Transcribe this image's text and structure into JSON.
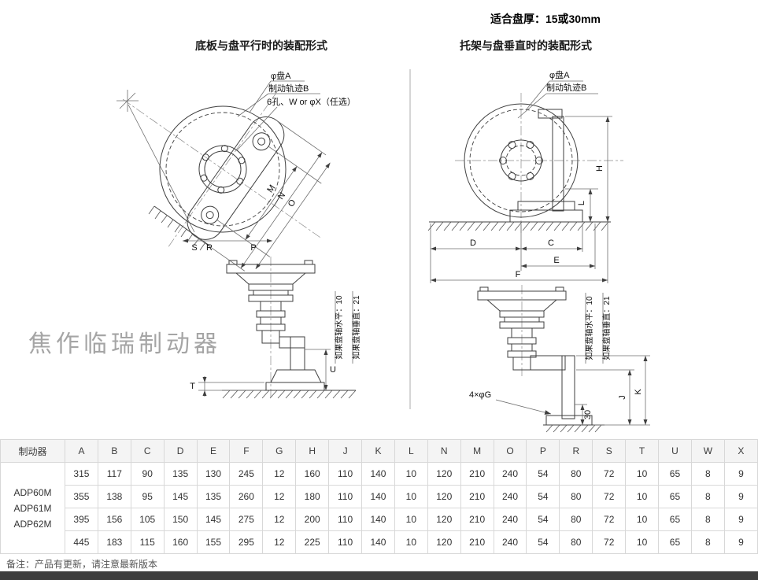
{
  "page": {
    "thickness_note": "适合盘厚：15或30mm",
    "watermark": "焦作临瑞制动器",
    "footer_note": "备注：产品有更新，请注意最新版本"
  },
  "diagrams": {
    "left": {
      "title": "底板与盘平行时的装配形式",
      "callouts": {
        "disc": "φ盘A",
        "track": "制动轨迹B",
        "holes": "6孔、W or φX（任选）"
      },
      "dims": {
        "m": "M",
        "n": "N",
        "o": "O",
        "s": "S",
        "r": "R",
        "p": "P",
        "t": "T",
        "u": "U"
      },
      "axis_note_1": "如果盘轴水平：10",
      "axis_note_2": "如果盘轴垂直：21"
    },
    "right": {
      "title": "托架与盘垂直时的装配形式",
      "callouts": {
        "disc": "φ盘A",
        "track": "制动轨迹B",
        "holes": "4×φG"
      },
      "dims": {
        "h": "H",
        "l": "L",
        "d": "D",
        "c": "C",
        "e": "E",
        "f": "F",
        "j": "J",
        "k": "K",
        "plate": "30"
      },
      "axis_note_1": "如果盘轴水平：10",
      "axis_note_2": "如果盘轴垂直：21"
    }
  },
  "table": {
    "model_header": "制动器",
    "dim_headers": [
      "A",
      "B",
      "C",
      "D",
      "E",
      "F",
      "G",
      "H",
      "J",
      "K",
      "L",
      "N",
      "M",
      "O",
      "P",
      "R",
      "S",
      "T",
      "U",
      "W",
      "X"
    ],
    "models": [
      "ADP60M",
      "ADP61M",
      "ADP62M"
    ],
    "rows": [
      [
        "315",
        "117",
        "90",
        "135",
        "130",
        "245",
        "12",
        "160",
        "110",
        "140",
        "10",
        "120",
        "210",
        "240",
        "54",
        "80",
        "72",
        "10",
        "65",
        "8",
        "9"
      ],
      [
        "355",
        "138",
        "95",
        "145",
        "135",
        "260",
        "12",
        "180",
        "110",
        "140",
        "10",
        "120",
        "210",
        "240",
        "54",
        "80",
        "72",
        "10",
        "65",
        "8",
        "9"
      ],
      [
        "395",
        "156",
        "105",
        "150",
        "145",
        "275",
        "12",
        "200",
        "110",
        "140",
        "10",
        "120",
        "210",
        "240",
        "54",
        "80",
        "72",
        "10",
        "65",
        "8",
        "9"
      ],
      [
        "445",
        "183",
        "115",
        "160",
        "155",
        "295",
        "12",
        "225",
        "110",
        "140",
        "10",
        "120",
        "210",
        "240",
        "54",
        "80",
        "72",
        "10",
        "65",
        "8",
        "9"
      ]
    ]
  }
}
